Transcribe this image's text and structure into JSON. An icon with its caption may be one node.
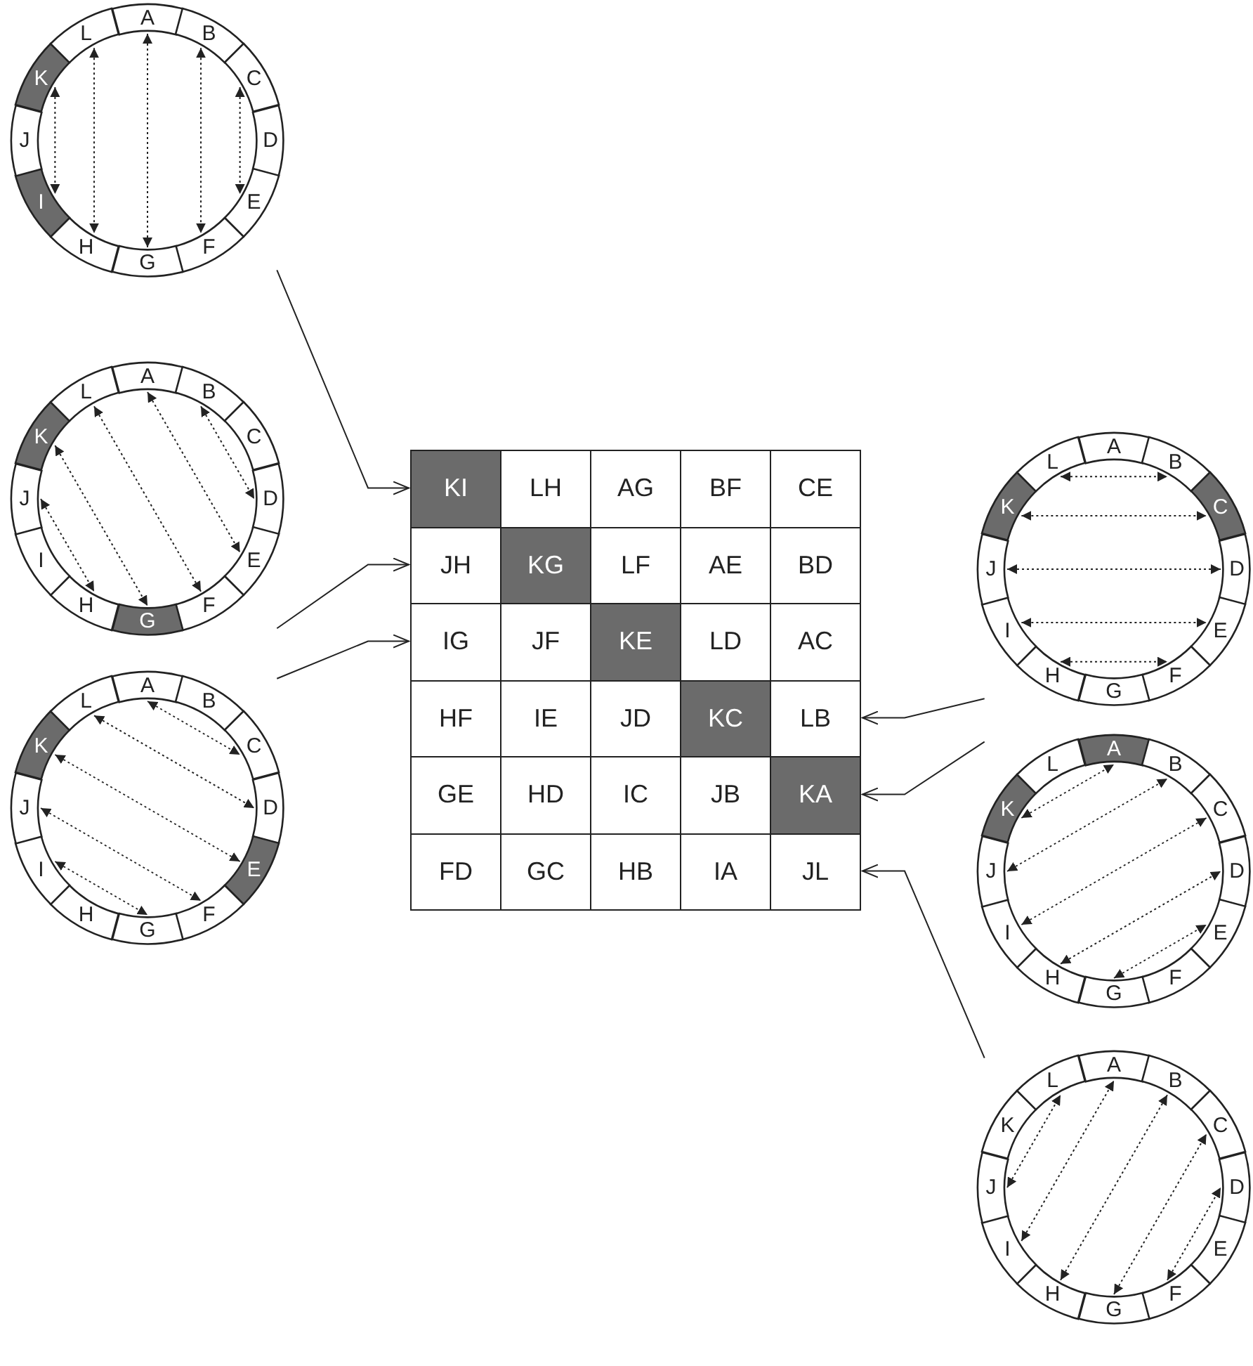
{
  "diagram": {
    "nodes": [
      {
        "text": [],
        "shape": "circle"
      },
      {
        "text": [
          "A"
        ],
        "in": 0
      },
      {
        "text": [
          "B"
        ],
        "in": 0
      },
      {
        "text": [
          "C"
        ],
        "in": 0
      },
      {
        "text": [
          "D"
        ],
        "in": 0
      },
      {
        "text": [
          "E"
        ],
        "in": 0
      },
      {
        "text": [
          "F"
        ],
        "in": 0
      },
      {
        "text": [
          "G"
        ],
        "in": 0
      },
      {
        "text": [
          "H"
        ],
        "in": 0
      },
      {
        "text": [
          "I"
        ],
        "in": 0
      },
      {
        "text": [
          "J"
        ],
        "in": 0
      },
      {
        "text": [
          "K"
        ],
        "in": 0
      },
      {
        "text": [
          "L"
        ],
        "in": 0
      },
      {
        "text": [],
        "shape": "circle"
      },
      {
        "text": [
          "A"
        ],
        "in": 13
      },
      {
        "text": [
          "B"
        ],
        "in": 13
      },
      {
        "text": [
          "C"
        ],
        "in": 13
      },
      {
        "text": [
          "D"
        ],
        "in": 13
      },
      {
        "text": [
          "E"
        ],
        "in": 13
      },
      {
        "text": [
          "F"
        ],
        "in": 13
      },
      {
        "text": [
          "G"
        ],
        "in": 13
      },
      {
        "text": [
          "H"
        ],
        "in": 13
      },
      {
        "text": [
          "I"
        ],
        "in": 13
      },
      {
        "text": [
          "J"
        ],
        "in": 13
      },
      {
        "text": [
          "K"
        ],
        "in": 13
      },
      {
        "text": [
          "L"
        ],
        "in": 13
      },
      {
        "text": [],
        "shape": "circle"
      },
      {
        "text": [
          "A"
        ],
        "in": 26
      },
      {
        "text": [
          "B"
        ],
        "in": 26
      },
      {
        "text": [
          "C"
        ],
        "in": 26
      },
      {
        "text": [
          "D"
        ],
        "in": 26
      },
      {
        "text": [
          "E"
        ],
        "in": 26
      },
      {
        "text": [
          "F"
        ],
        "in": 26
      },
      {
        "text": [
          "G"
        ],
        "in": 26
      },
      {
        "text": [
          "H"
        ],
        "in": 26
      },
      {
        "text": [
          "I"
        ],
        "in": 26
      },
      {
        "text": [
          "J"
        ],
        "in": 26
      },
      {
        "text": [
          "K"
        ],
        "in": 26
      },
      {
        "text": [
          "L"
        ],
        "in": 26
      },
      {
        "text": [
          "KI"
        ]
      },
      {
        "text": [
          "LH"
        ]
      },
      {
        "text": [
          "AG"
        ]
      },
      {
        "text": [
          "BF"
        ]
      },
      {
        "text": [
          "CE"
        ]
      },
      {
        "text": [
          "JH"
        ]
      },
      {
        "text": [
          "KG"
        ]
      },
      {
        "text": [
          "LF"
        ]
      },
      {
        "text": [
          "AE"
        ]
      },
      {
        "text": [
          "BD"
        ]
      },
      {
        "text": [
          "IG"
        ]
      },
      {
        "text": [
          "JF"
        ]
      },
      {
        "text": [
          "KE"
        ]
      },
      {
        "text": [
          "LD"
        ]
      },
      {
        "text": [
          "AC"
        ]
      },
      {
        "text": [
          "HF"
        ]
      },
      {
        "text": [
          "IE"
        ]
      },
      {
        "text": [
          "JD"
        ]
      },
      {
        "text": [
          "KC"
        ]
      },
      {
        "text": [
          "LB"
        ]
      },
      {
        "text": [
          "GE"
        ]
      },
      {
        "text": [
          "HD"
        ]
      },
      {
        "text": [
          "IC"
        ]
      },
      {
        "text": [
          "JB"
        ]
      },
      {
        "text": [
          "KA"
        ]
      },
      {
        "text": [
          "FD"
        ]
      },
      {
        "text": [
          "GC"
        ]
      },
      {
        "text": [
          "HB"
        ]
      },
      {
        "text": [
          "IA"
        ]
      },
      {
        "text": [
          "JL"
        ]
      },
      {
        "text": [],
        "shape": "circle"
      },
      {
        "text": [
          "A"
        ],
        "in": 69
      },
      {
        "text": [
          "B"
        ],
        "in": 69
      },
      {
        "text": [
          "C"
        ],
        "in": 69
      },
      {
        "text": [
          "D"
        ],
        "in": 69
      },
      {
        "text": [
          "E"
        ],
        "in": 69
      },
      {
        "text": [
          "F"
        ],
        "in": 69
      },
      {
        "text": [
          "G"
        ],
        "in": 69
      },
      {
        "text": [
          "H"
        ],
        "in": 69
      },
      {
        "text": [
          "I"
        ],
        "in": 69
      },
      {
        "text": [
          "J"
        ],
        "in": 69
      },
      {
        "text": [
          "K"
        ],
        "in": 69
      },
      {
        "text": [
          "L"
        ],
        "in": 69
      },
      {
        "text": [],
        "shape": "circle"
      },
      {
        "text": [
          "A"
        ],
        "in": 82
      },
      {
        "text": [
          "B"
        ],
        "in": 82
      },
      {
        "text": [
          "C"
        ],
        "in": 82
      },
      {
        "text": [
          "D"
        ],
        "in": 82
      },
      {
        "text": [
          "E"
        ],
        "in": 82
      },
      {
        "text": [
          "F"
        ],
        "in": 82
      },
      {
        "text": [
          "G"
        ],
        "in": 82
      },
      {
        "text": [
          "H"
        ],
        "in": 82
      },
      {
        "text": [
          "I"
        ],
        "in": 82
      },
      {
        "text": [
          "J"
        ],
        "in": 82
      },
      {
        "text": [
          "K"
        ],
        "in": 82
      },
      {
        "text": [
          "L"
        ],
        "in": 82
      },
      {
        "text": [],
        "shape": "circle"
      },
      {
        "text": [
          "A"
        ],
        "in": 95
      },
      {
        "text": [
          "B"
        ],
        "in": 95
      },
      {
        "text": [
          "C"
        ],
        "in": 95
      },
      {
        "text": [
          "D"
        ],
        "in": 95
      },
      {
        "text": [
          "E"
        ],
        "in": 95
      },
      {
        "text": [
          "F"
        ],
        "in": 95
      },
      {
        "text": [
          "G"
        ],
        "in": 95
      },
      {
        "text": [
          "H"
        ],
        "in": 95
      },
      {
        "text": [
          "I"
        ],
        "in": 95
      },
      {
        "text": [
          "J"
        ],
        "in": 95
      },
      {
        "text": [
          "K"
        ],
        "in": 95
      },
      {
        "text": [
          "L"
        ],
        "in": 95
      }
    ],
    "edges": [
      {
        "from": 11,
        "to": 9,
        "arrow": "both",
        "style": "dashed"
      },
      {
        "from": 12,
        "to": 8,
        "arrow": "both",
        "style": "dashed"
      },
      {
        "from": 1,
        "to": 7,
        "arrow": "both",
        "style": "dashed"
      },
      {
        "from": 2,
        "to": 6,
        "arrow": "both",
        "style": "dashed"
      },
      {
        "from": 3,
        "to": 5,
        "arrow": "both",
        "style": "dashed"
      },
      {
        "from": 23,
        "to": 21,
        "arrow": "both",
        "style": "dashed"
      },
      {
        "from": 24,
        "to": 20,
        "arrow": "both",
        "style": "dashed"
      },
      {
        "from": 25,
        "to": 19,
        "arrow": "both",
        "style": "dashed"
      },
      {
        "from": 14,
        "to": 18,
        "arrow": "both",
        "style": "dashed"
      },
      {
        "from": 15,
        "to": 17,
        "arrow": "both",
        "style": "dashed"
      },
      {
        "from": 35,
        "to": 33,
        "arrow": "both",
        "style": "dashed"
      },
      {
        "from": 36,
        "to": 32,
        "arrow": "both",
        "style": "dashed"
      },
      {
        "from": 37,
        "to": 31,
        "arrow": "both",
        "style": "dashed"
      },
      {
        "from": 38,
        "to": 30,
        "arrow": "both",
        "style": "dashed"
      },
      {
        "from": 27,
        "to": 29,
        "arrow": "both",
        "style": "dashed"
      },
      {
        "from": 77,
        "to": 75,
        "arrow": "both",
        "style": "dashed"
      },
      {
        "from": 78,
        "to": 74,
        "arrow": "both",
        "style": "dashed"
      },
      {
        "from": 79,
        "to": 73,
        "arrow": "both",
        "style": "dashed"
      },
      {
        "from": 80,
        "to": 72,
        "arrow": "both",
        "style": "dashed"
      },
      {
        "from": 81,
        "to": 71,
        "arrow": "both",
        "style": "dashed"
      },
      {
        "from": 89,
        "to": 87,
        "arrow": "both",
        "style": "dashed"
      },
      {
        "from": 90,
        "to": 86,
        "arrow": "both",
        "style": "dashed"
      },
      {
        "from": 91,
        "to": 85,
        "arrow": "both",
        "style": "dashed"
      },
      {
        "from": 92,
        "to": 84,
        "arrow": "both",
        "style": "dashed"
      },
      {
        "from": 93,
        "to": 83,
        "arrow": "both",
        "style": "dashed"
      },
      {
        "from": 101,
        "to": 99,
        "arrow": "both",
        "style": "dashed"
      },
      {
        "from": 102,
        "to": 98,
        "arrow": "both",
        "style": "dashed"
      },
      {
        "from": 103,
        "to": 97,
        "arrow": "both",
        "style": "dashed"
      },
      {
        "from": 104,
        "to": 96,
        "arrow": "both",
        "style": "dashed"
      },
      {
        "from": 105,
        "to": 107,
        "arrow": "both",
        "style": "dashed"
      },
      {
        "from": 0,
        "to": 39,
        "arrow": "to"
      },
      {
        "from": 13,
        "to": 44,
        "arrow": "to"
      },
      {
        "from": 26,
        "to": 49,
        "arrow": "to"
      },
      {
        "from": 69,
        "to": 58,
        "arrow": "to"
      },
      {
        "from": 82,
        "to": 63,
        "arrow": "to"
      },
      {
        "from": 95,
        "to": 68,
        "arrow": "to"
      }
    ]
  }
}
